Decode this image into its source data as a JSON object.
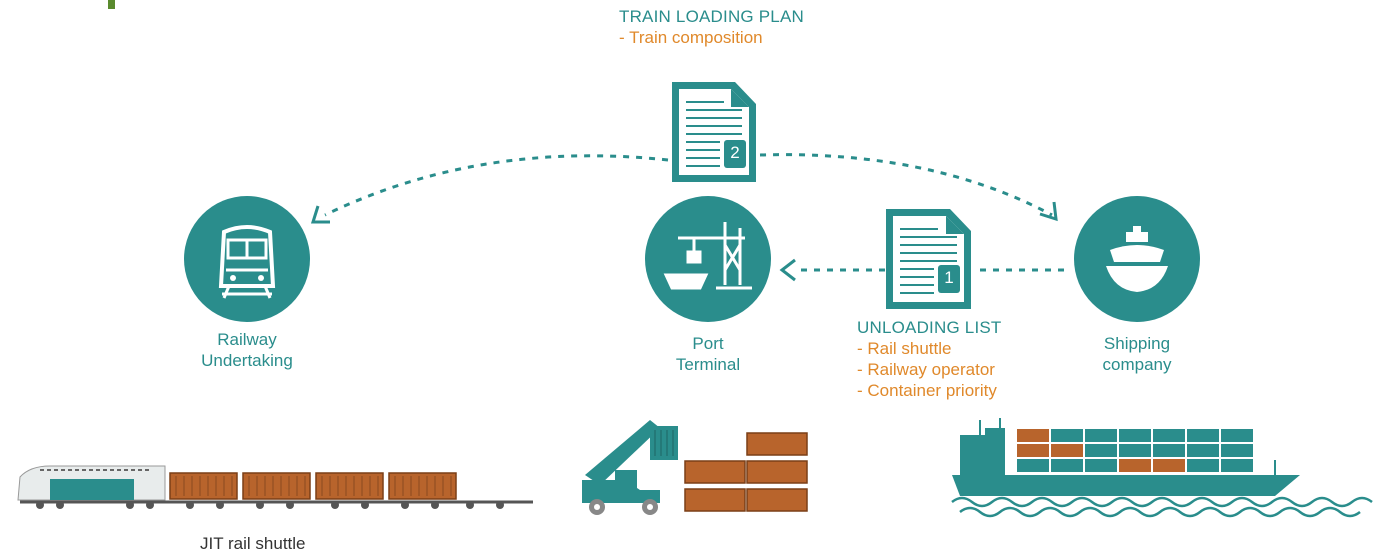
{
  "colors": {
    "teal": "#2a8d8c",
    "orange": "#e0892b",
    "container": "#b8642c",
    "accent_green": "#5a8a2e"
  },
  "train_loading_plan": {
    "title": "TRAIN LOADING PLAN",
    "items": [
      "- Train composition"
    ],
    "doc_number": "2"
  },
  "unloading_list": {
    "title": "UNLOADING LIST",
    "items": [
      "- Rail shuttle",
      "- Railway operator",
      "- Container priority"
    ],
    "doc_number": "1"
  },
  "nodes": {
    "railway": {
      "line1": "Railway",
      "line2": "Undertaking",
      "icon": "locomotive-icon"
    },
    "port": {
      "line1": "Port",
      "line2": "Terminal",
      "icon": "crane-ship-icon"
    },
    "shipping": {
      "line1": "Shipping",
      "line2": "company",
      "icon": "ship-icon"
    }
  },
  "bottom": {
    "rail_caption": "JIT rail shuttle"
  }
}
